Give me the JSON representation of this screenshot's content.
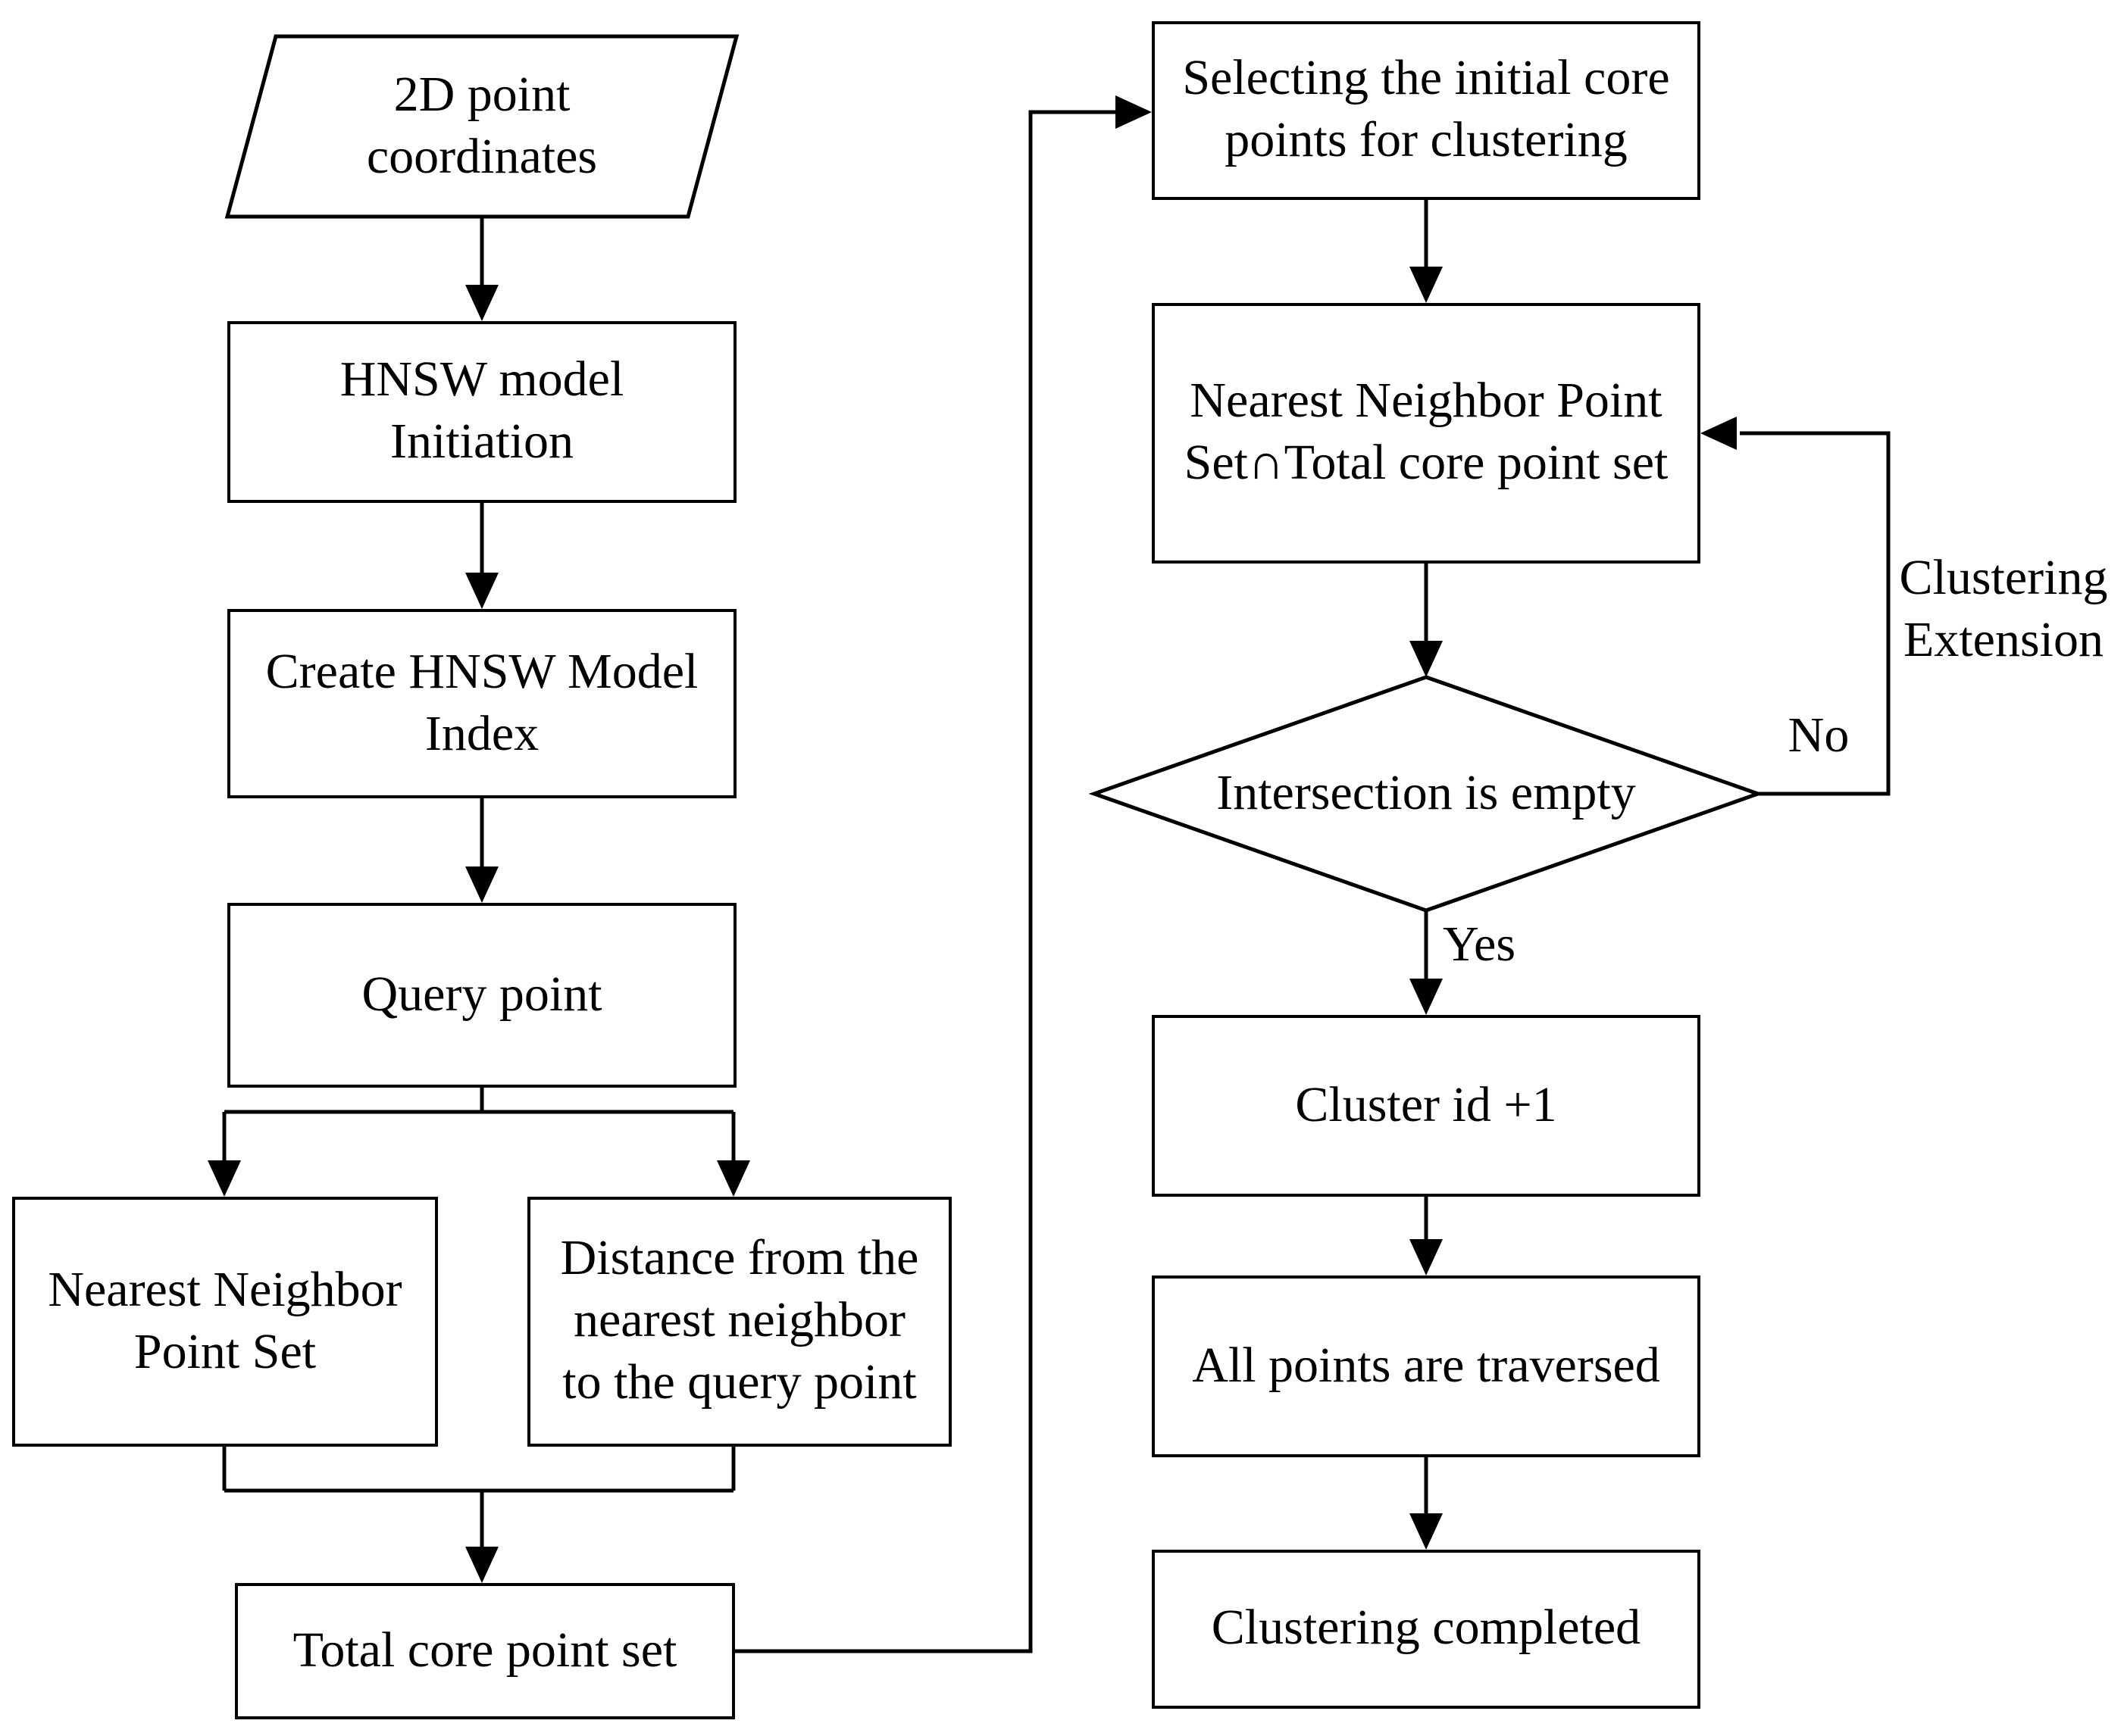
{
  "diagram": {
    "nodes": {
      "input": {
        "shape": "parallelogram",
        "lines": [
          "2D point",
          "coordinates"
        ]
      },
      "hnsw_init": {
        "shape": "rect",
        "lines": [
          "HNSW model",
          "Initiation"
        ]
      },
      "create_index": {
        "shape": "rect",
        "lines": [
          "Create HNSW Model",
          "Index"
        ]
      },
      "query_point": {
        "shape": "rect",
        "lines": [
          "Query point"
        ]
      },
      "nn_point_set": {
        "shape": "rect",
        "lines": [
          "Nearest Neighbor",
          "Point Set"
        ]
      },
      "nn_distance": {
        "shape": "rect",
        "lines": [
          "Distance from the",
          "nearest neighbor",
          "to the query point"
        ]
      },
      "total_core_set": {
        "shape": "rect",
        "lines": [
          "Total core point set"
        ]
      },
      "select_initial_core": {
        "shape": "rect",
        "lines": [
          "Selecting the initial core",
          "points for clustering"
        ]
      },
      "intersection_set": {
        "shape": "rect",
        "lines": [
          "Nearest Neighbor Point",
          "Set∩Total core point set"
        ]
      },
      "decision_empty": {
        "shape": "diamond",
        "lines": [
          "Intersection is empty"
        ]
      },
      "cluster_id": {
        "shape": "rect",
        "lines": [
          "Cluster id +1"
        ]
      },
      "all_traversed": {
        "shape": "rect",
        "lines": [
          "All points are traversed"
        ]
      },
      "completed": {
        "shape": "rect",
        "lines": [
          "Clustering completed"
        ]
      }
    },
    "edge_labels": {
      "yes": "Yes",
      "no": "No",
      "extension": [
        "Clustering",
        "Extension"
      ]
    },
    "colors": {
      "stroke": "#000000",
      "fill": "#ffffff",
      "background": "#ffffff"
    }
  }
}
